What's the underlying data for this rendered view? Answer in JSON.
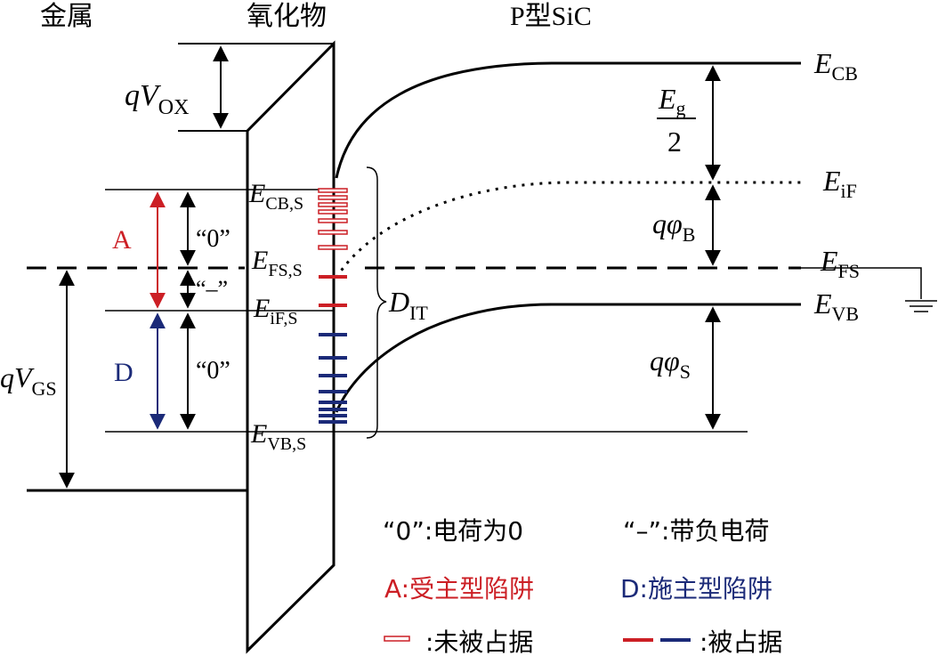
{
  "regions": {
    "metal": "金属",
    "oxide": "氧化物",
    "semiconductor": "P型SiC"
  },
  "voltages": {
    "qvox_q": "q",
    "qvox_v": "V",
    "qvox_sub": "OX",
    "qvgs_q": "q",
    "qvgs_v": "V",
    "qvgs_sub": "GS"
  },
  "bands": {
    "e": "E",
    "cb_sub": "CB",
    "if_sub": "iF",
    "fs_sub": "FS",
    "vb_sub": "VB",
    "cbs_sub": "CB,S",
    "fss_sub": "FS,S",
    "ifs_sub": "iF,S",
    "vbs_sub": "VB,S"
  },
  "gaps": {
    "eg_num_e": "E",
    "eg_num_sub": "g",
    "eg_den": "2",
    "qphib_q": "qφ",
    "qphib_sub": "B",
    "qphis_q": "qφ",
    "qphis_sub": "S"
  },
  "traps": {
    "a_label": "A",
    "d_label": "D",
    "zero_upper": "“0”",
    "minus": "“–”",
    "zero_lower": "“0”",
    "dit_d": "D",
    "dit_sub": "IT"
  },
  "legend": {
    "zero_charge": "“0”:电荷为0",
    "neg_charge": "“–”:带负电荷",
    "acceptor": "A:受主型陷阱",
    "donor": "D:施主型陷阱",
    "unoccupied": ":未被占据",
    "occupied": ":被占据"
  },
  "colors": {
    "line": "#000000",
    "acceptor": "#cc1f25",
    "donor": "#1b2a78"
  }
}
